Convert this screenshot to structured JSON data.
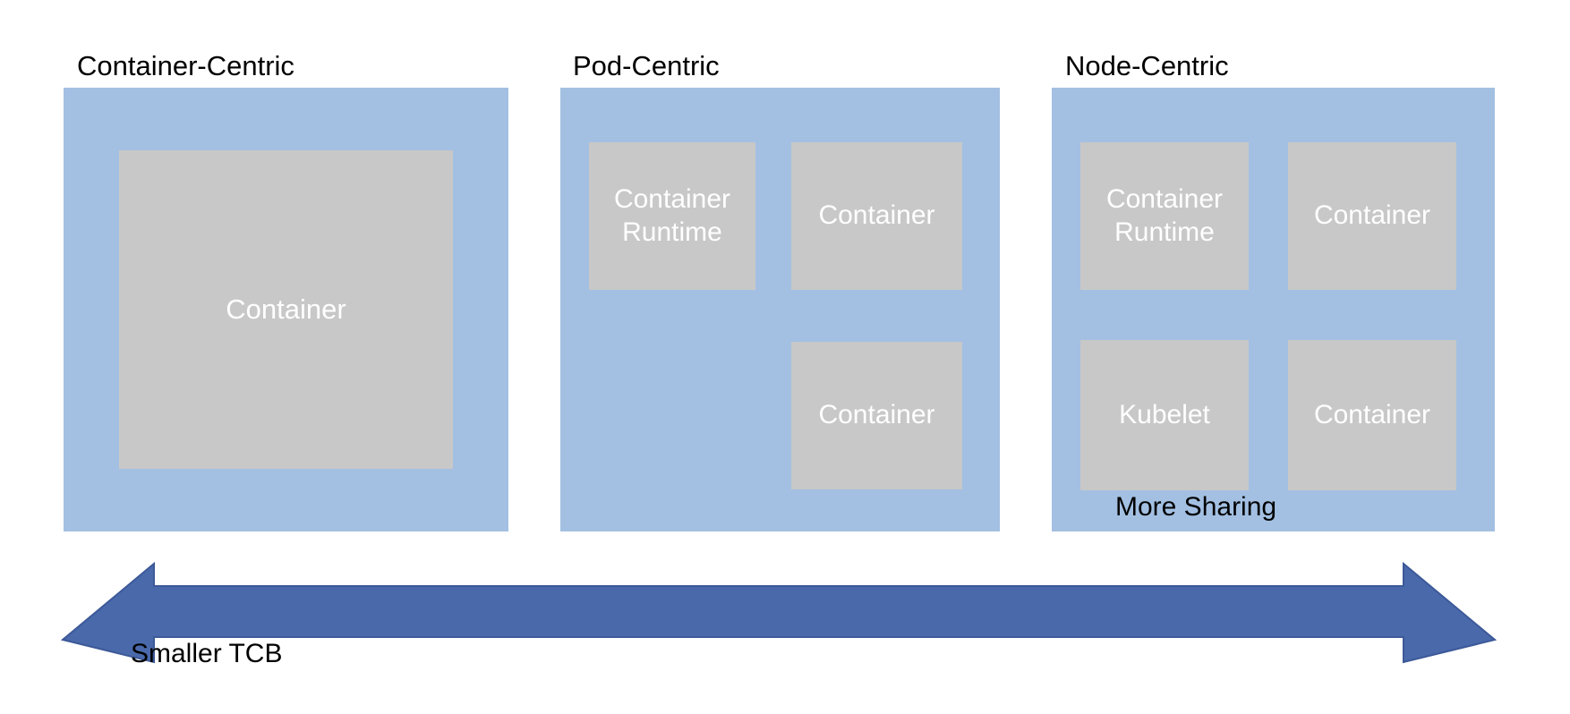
{
  "diagram": {
    "title_visible": false,
    "colors": {
      "panel_fill": "#a3c0e2",
      "box_fill": "#c8c8c8",
      "box_text": "#ffffff",
      "arrow_fill": "#4a69ab",
      "arrow_stroke": "#3c5998",
      "background": "#ffffff",
      "label_text": "#000000"
    },
    "panels": [
      {
        "id": "container-centric",
        "title": "Container-Centric",
        "boxes": [
          {
            "id": "cc-container",
            "label": "Container"
          }
        ]
      },
      {
        "id": "pod-centric",
        "title": "Pod-Centric",
        "boxes": [
          {
            "id": "pod-runtime",
            "label": "Container\nRuntime"
          },
          {
            "id": "pod-container-1",
            "label": "Container"
          },
          {
            "id": "pod-container-2",
            "label": "Container"
          }
        ]
      },
      {
        "id": "node-centric",
        "title": "Node-Centric",
        "boxes": [
          {
            "id": "node-runtime",
            "label": "Container\nRuntime"
          },
          {
            "id": "node-container-1",
            "label": "Container"
          },
          {
            "id": "node-kubelet",
            "label": "Kubelet"
          },
          {
            "id": "node-container-2",
            "label": "Container"
          }
        ]
      }
    ],
    "axis": {
      "type": "double-headed-arrow",
      "direction": "horizontal",
      "right_label": "More Sharing",
      "left_label": "Smaller TCB"
    }
  }
}
